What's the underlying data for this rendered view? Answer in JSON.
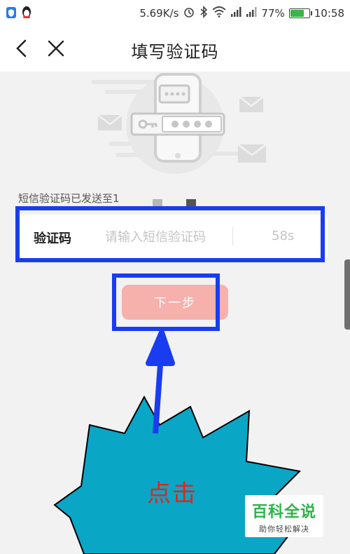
{
  "status_bar": {
    "network_speed": "5.69K/s",
    "battery_percent": "77%",
    "battery_level": 0.77,
    "time": "10:58",
    "icons": [
      "shield-app-icon",
      "qq-icon",
      "alarm-icon",
      "bluetooth-icon",
      "wifi-icon",
      "signal-icon",
      "signal-icon",
      "battery-icon"
    ]
  },
  "nav": {
    "title": "填写验证码",
    "back_icon": "chevron-left-icon",
    "close_icon": "close-icon"
  },
  "sms": {
    "sent_text": "短信验证码已发送至1"
  },
  "code_field": {
    "label": "验证码",
    "placeholder": "请输入短信验证码",
    "countdown": "58s"
  },
  "next_button": {
    "label": "下一步"
  },
  "annotation": {
    "click_text": "点击"
  },
  "watermark": {
    "title": "百科全说",
    "subtitle": "助你轻松解决"
  },
  "colors": {
    "highlight_blue": "#1a3cf0",
    "burst_fill": "#0aa6c6",
    "button_pink": "#f6b1ad",
    "text_red": "#e2251e",
    "watermark_green": "#2eb34a"
  }
}
